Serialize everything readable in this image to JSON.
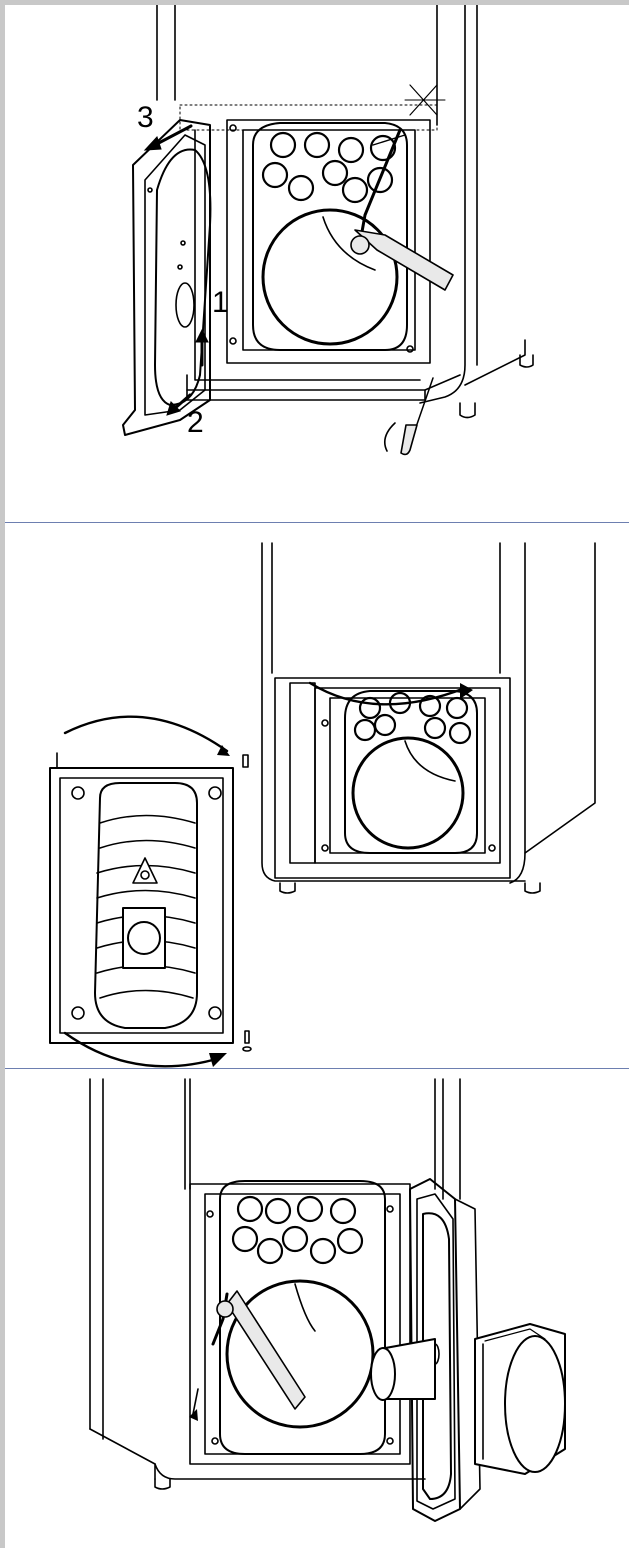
{
  "colors": {
    "frame_rule": "#c8c8c8",
    "divider": "#6d7fb0",
    "line": "#000000",
    "fill_light": "#ffffff",
    "shade": "#e9e9e9"
  },
  "panels": [
    {
      "name": "remove-door",
      "step_labels": [
        "3",
        "1",
        "2"
      ],
      "icons": [
        "hammer-icon",
        "screwdriver-icon",
        "crossed-mark-icon",
        "arrow-icon"
      ]
    },
    {
      "name": "swap-hinges",
      "step_labels": [],
      "icons": [
        "curved-arrow-icon",
        "hinge-pin-icon",
        "washer-icon"
      ]
    },
    {
      "name": "door-opened-with-burner",
      "step_labels": [],
      "icons": [
        "hammer-icon",
        "burner-icon"
      ]
    }
  ]
}
